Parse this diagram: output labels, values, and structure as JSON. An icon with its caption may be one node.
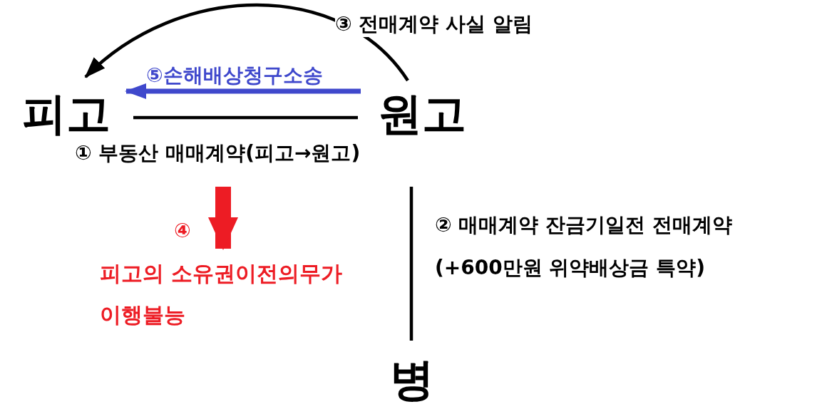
{
  "diagram": {
    "nodes": [
      {
        "text": [
          "피고"
        ]
      },
      {
        "text": [
          "원고"
        ]
      },
      {
        "text": [
          "병"
        ]
      },
      {
        "text": [
          "피고의 소유권이전의무가 이행불능"
        ]
      }
    ],
    "edges": [
      {
        "from": 1,
        "to": 0,
        "arrow": "to",
        "label": "③ 전매계약 사실 알림"
      },
      {
        "from": 1,
        "to": 0,
        "arrow": "to",
        "label": "⑤손해배상청구소송",
        "color": "#3f48cc"
      },
      {
        "from": 0,
        "to": 1,
        "arrow": "none",
        "label": "① 부동산 매매계약(피고→원고)"
      },
      {
        "from": 1,
        "to": 2,
        "arrow": "none",
        "label": "② 매매계약 잔금기일전 전매계약 (+600만원 위약배상금 특약)"
      },
      {
        "from": null,
        "to": 3,
        "arrow": "to",
        "label": "④",
        "style": "thick",
        "color": "#ed1c24"
      }
    ]
  }
}
